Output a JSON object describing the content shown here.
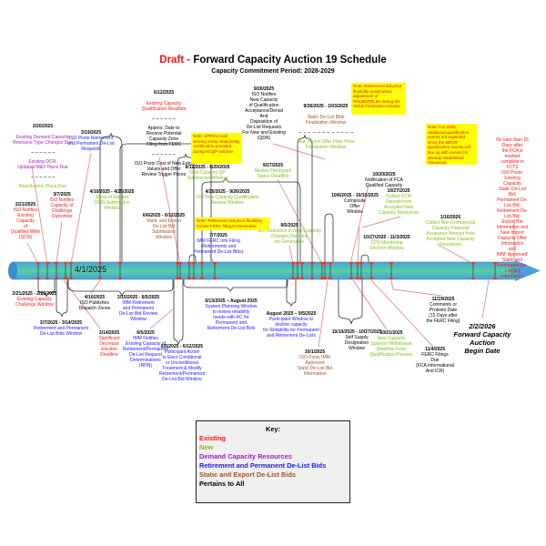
{
  "title": {
    "draft": "Draft",
    "dash": " - ",
    "main": "Forward Capacity Auction 19 Schedule",
    "subtitle": "Capacity Commitment Period: 2028-2029"
  },
  "timeline": {
    "start_label": "4/1/2025"
  },
  "above": [
    {
      "date": "2/20/2025",
      "parts": [
        "Existing Demand Capacity\nResource Type Changes Due",
        "Existing DCR:\nUpdated M&V Plans Due",
        "Reactivation Plans Due"
      ]
    },
    {
      "date": "3/19/2025",
      "text": "ISO Posts Retirement\nand Permanent De-List\nRequests"
    },
    {
      "date": "2/21/2025",
      "text": "ISO Notifies\nExisting\nCapacity\nof\nQualified MWs\n(QCN)"
    },
    {
      "date": "3/7/2025",
      "text": "ISO Notifies\nCapacity of\nChallenge\nOutcomes"
    },
    {
      "date": "4/10/2025 - 4/25/2025",
      "text": "Show of Interest\n(SOI) Submission\nWindow"
    },
    {
      "date": "6/12/2025",
      "parts": [
        "Existing Capacity\nQualification Deadline",
        "Approx. Date to\nReceive Potential\nCapacity Zone\nFiling from FERC",
        "ISO Posts Cost of New Entry\nValues and Offer\nReview Trigger Prices"
      ]
    },
    {
      "date": "6/6/2025 - 6/12/2025",
      "text": "Static and Export\nDe-List Bid\nSubmission\nWindow"
    },
    {
      "date": "6/12/2025 - 6/20/2025",
      "text": "New Capacity QP\nSubmission Window"
    },
    {
      "date": "4/25/2025 - 9/26/2025",
      "text": "ISO New Capacity Qualification\nReview Window"
    },
    {
      "date": "7/7/2025",
      "text": "IMM FERC Info Filing\n(Retirements and\nPermanent De-List Bids)"
    },
    {
      "date": "9/26/2025",
      "text": "ISO Notifies\nNew Capacity\nof Qualification\nAcceptance/Denial\nAnd\nDisposition of\nDe-List Requests\nFor New and Existing\n(QDN)"
    },
    {
      "date": "9/26/2025 - 10/3/2025",
      "parts": [
        "Static De-List Bids\nFinalization Window",
        "New Import Offer Floor Price\nFinalization Window"
      ]
    },
    {
      "date": "9/27/2025",
      "text": "Market Participant\nStatus Deadline"
    },
    {
      "date": "9/5/2025",
      "text": "SOI Reduction in New Capacity\nChanges Deadline\nfor Generation"
    },
    {
      "date": "10/6/2025 - 10/10/2025",
      "text": "Composite\nOffer\nWindow"
    },
    {
      "date": "10/20/2025",
      "text": "Notification of FCA\nQualified Capacity"
    },
    {
      "date": "10/27/2025",
      "text": "Collect FCM\nDeposit from\nAccepted New\nCapacity Resources"
    },
    {
      "date": "10/27/2025 - 11/3/2025",
      "text": "CPS Monitoring\nElection Window"
    },
    {
      "date": "1/16/2026",
      "text": "Collect Non-Commercial\nCapacity Financial\nAssurance Amount from\nAccepted New Capacity\nResources"
    },
    {
      "text": "No later than 15 Days after\nthe FCA is marked\ncomplete in FCTS\nISO Posts:\nExisting Capacity\nStatic De-List Bid,\nPermanent De-List Bid,\nRetirement De-List Bid,\nExport Bid\nInformation and New Import\nCapacity Offer Information\nand\nIMM 'Approved' Static and\nPermanent De-List Bid\nInformation"
    }
  ],
  "below": [
    {
      "date": "2/21/2025 - 2/28/2025",
      "text": "Existing Capacity\nChallenge Window"
    },
    {
      "date": "3/7/2025 - 3/14/2025",
      "text": "Retirement and Permanent\nDe-List Bids Window"
    },
    {
      "date": "4/10/2025",
      "text": "ISO Publishes\nDispatch Zones"
    },
    {
      "date": "3/15/2025 - 6/5/2025",
      "text": "IMM Retirement\nand Permanent\nDe-List Bid Review\nWindow"
    },
    {
      "date": "3/14/2025",
      "text": "Significant\nDecrease\nElection\nDeadline"
    },
    {
      "date": "6/5/2025",
      "text": "IMM Notifies\nExisting Capacity of\nRetirement/Permanent\nDe-List Request\nDeterminations\n(RDN)"
    },
    {
      "date": "6/5/2025 - 6/12/2025",
      "text": "Participant Action\nto Elect Conditional\nor Unconditional\nTreatment & Modify\nRetirement/Permanent\nDe-List Bid Window"
    },
    {
      "date": "6/13/2025 – August 2025",
      "text": "System Planning Window\nto review reliability\nneeds with RC for\nPermanent and\nRetirement De-List Bids"
    },
    {
      "date": "August 2025 – 9/5/2025",
      "text": "Participant Window to\ndecline capacity\nfor Reliability for Permanent\nand Retirement De-Lists"
    },
    {
      "date": "10/1/2025",
      "text": "ISO Posts IMM\nApproved\nStatic De-List Bid\nInformation"
    },
    {
      "date": "10/10/2025 - 10/27/2025",
      "text": "Self Supply\nDesignation\nWindow"
    },
    {
      "date": "10/21/2025",
      "text": "New Capacity\nSponsor Withdrawal\nDeadline From\nQualification Process"
    },
    {
      "date": "11/4/2025",
      "text": "FERC Filings\nDue\n(FCA Informational\nAnd ICR)"
    },
    {
      "date": "11/19/2025",
      "text": "Comments or\nProtests Date\n(15 Days after\nthe FERC Filing)"
    },
    {
      "date": "2/2/2026",
      "text": "Forward Capacity Auction\nBegin Date"
    }
  ],
  "notes": [
    "Note: SPR/no load serving entity relationship certification provided during NCQP window",
    "Note: Retirement bid price flexibility moves FERC filing to November.",
    "Note: Retirement bid price flexibility would allow adjustment of RDLBs/PDLBs during the SDLB finalization window.",
    "Note: For 2032, additional qualification events not expected since the DECR qualification events will line up with events for already established resources."
  ],
  "key": {
    "title": "Key:",
    "items": [
      "Existing",
      "New",
      "Demand Capacity Resources",
      "Retirement and Permanent De-List Bids",
      "Static and Export De-List Bids",
      "Pertains to All"
    ]
  },
  "colors": {
    "existing": "#ff1a1a",
    "new": "#80bf1a",
    "dcr": "#a020c8",
    "retirement": "#1a1aff",
    "static": "#a0522d",
    "all": "#000000"
  }
}
